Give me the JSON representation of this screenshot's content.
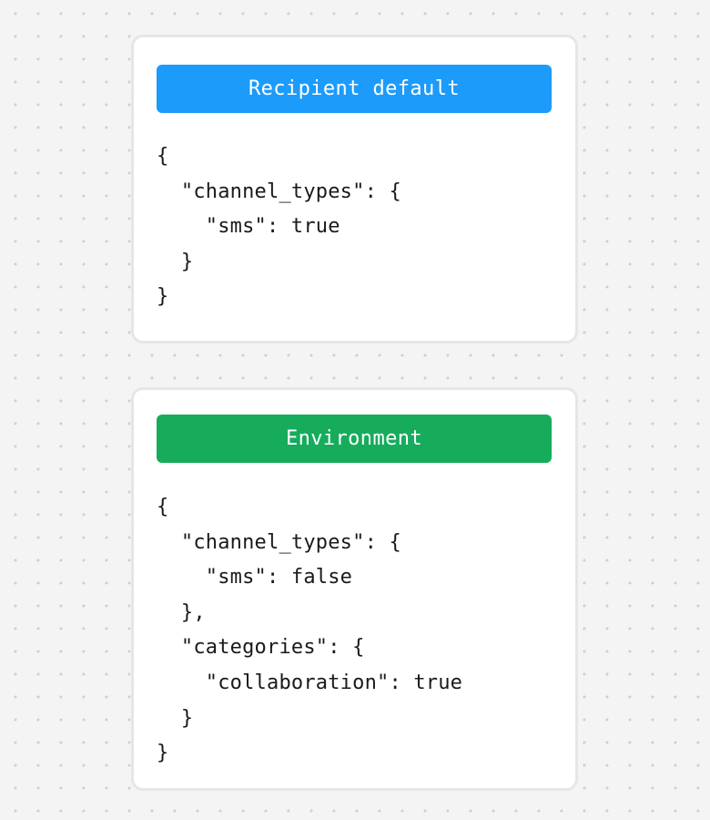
{
  "background": {
    "color": "#f4f4f4",
    "dot_color": "#cfcfcf",
    "pattern": "dot-grid"
  },
  "cards": [
    {
      "id": "recipient-default",
      "header_label": "Recipient default",
      "header_color": "#1c9bfb",
      "header_text_color": "#ffffff",
      "code": "{\n  \"channel_types\": {\n    \"sms\": true\n  }\n}",
      "code_json": {
        "channel_types": {
          "sms": true
        }
      }
    },
    {
      "id": "environment",
      "header_label": "Environment",
      "header_color": "#16ac5c",
      "header_text_color": "#ffffff",
      "code": "{\n  \"channel_types\": {\n    \"sms\": false\n  },\n  \"categories\": {\n    \"collaboration\": true\n  }\n}",
      "code_json": {
        "channel_types": {
          "sms": false
        },
        "categories": {
          "collaboration": true
        }
      }
    }
  ]
}
